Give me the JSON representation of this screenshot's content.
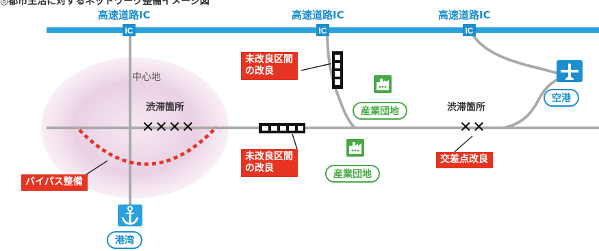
{
  "top_text": "◎都市生活に対するネットワーク整備イメージ図",
  "ic_label": "高速道路IC",
  "ic_badge": "IC",
  "center_label": "中心地",
  "congestion_label": "渋滞箇所",
  "congestion_marks_left": "✕✕✕✕",
  "congestion_marks_right": "✕✕",
  "callout_unimproved_line1": "未改良区間",
  "callout_unimproved_line2": "の改良",
  "callout_bypass": "バイパス整備",
  "callout_intersection": "交差点改良",
  "industrial_park": "産業団地",
  "airport": "空港",
  "port": "港湾",
  "colors": {
    "highway": "#2aa0dd",
    "road": "#a9a9a9",
    "callout": "#e53422",
    "green": "#48a945",
    "blue": "#1b8fd0",
    "center_area": "#e9cce3"
  }
}
